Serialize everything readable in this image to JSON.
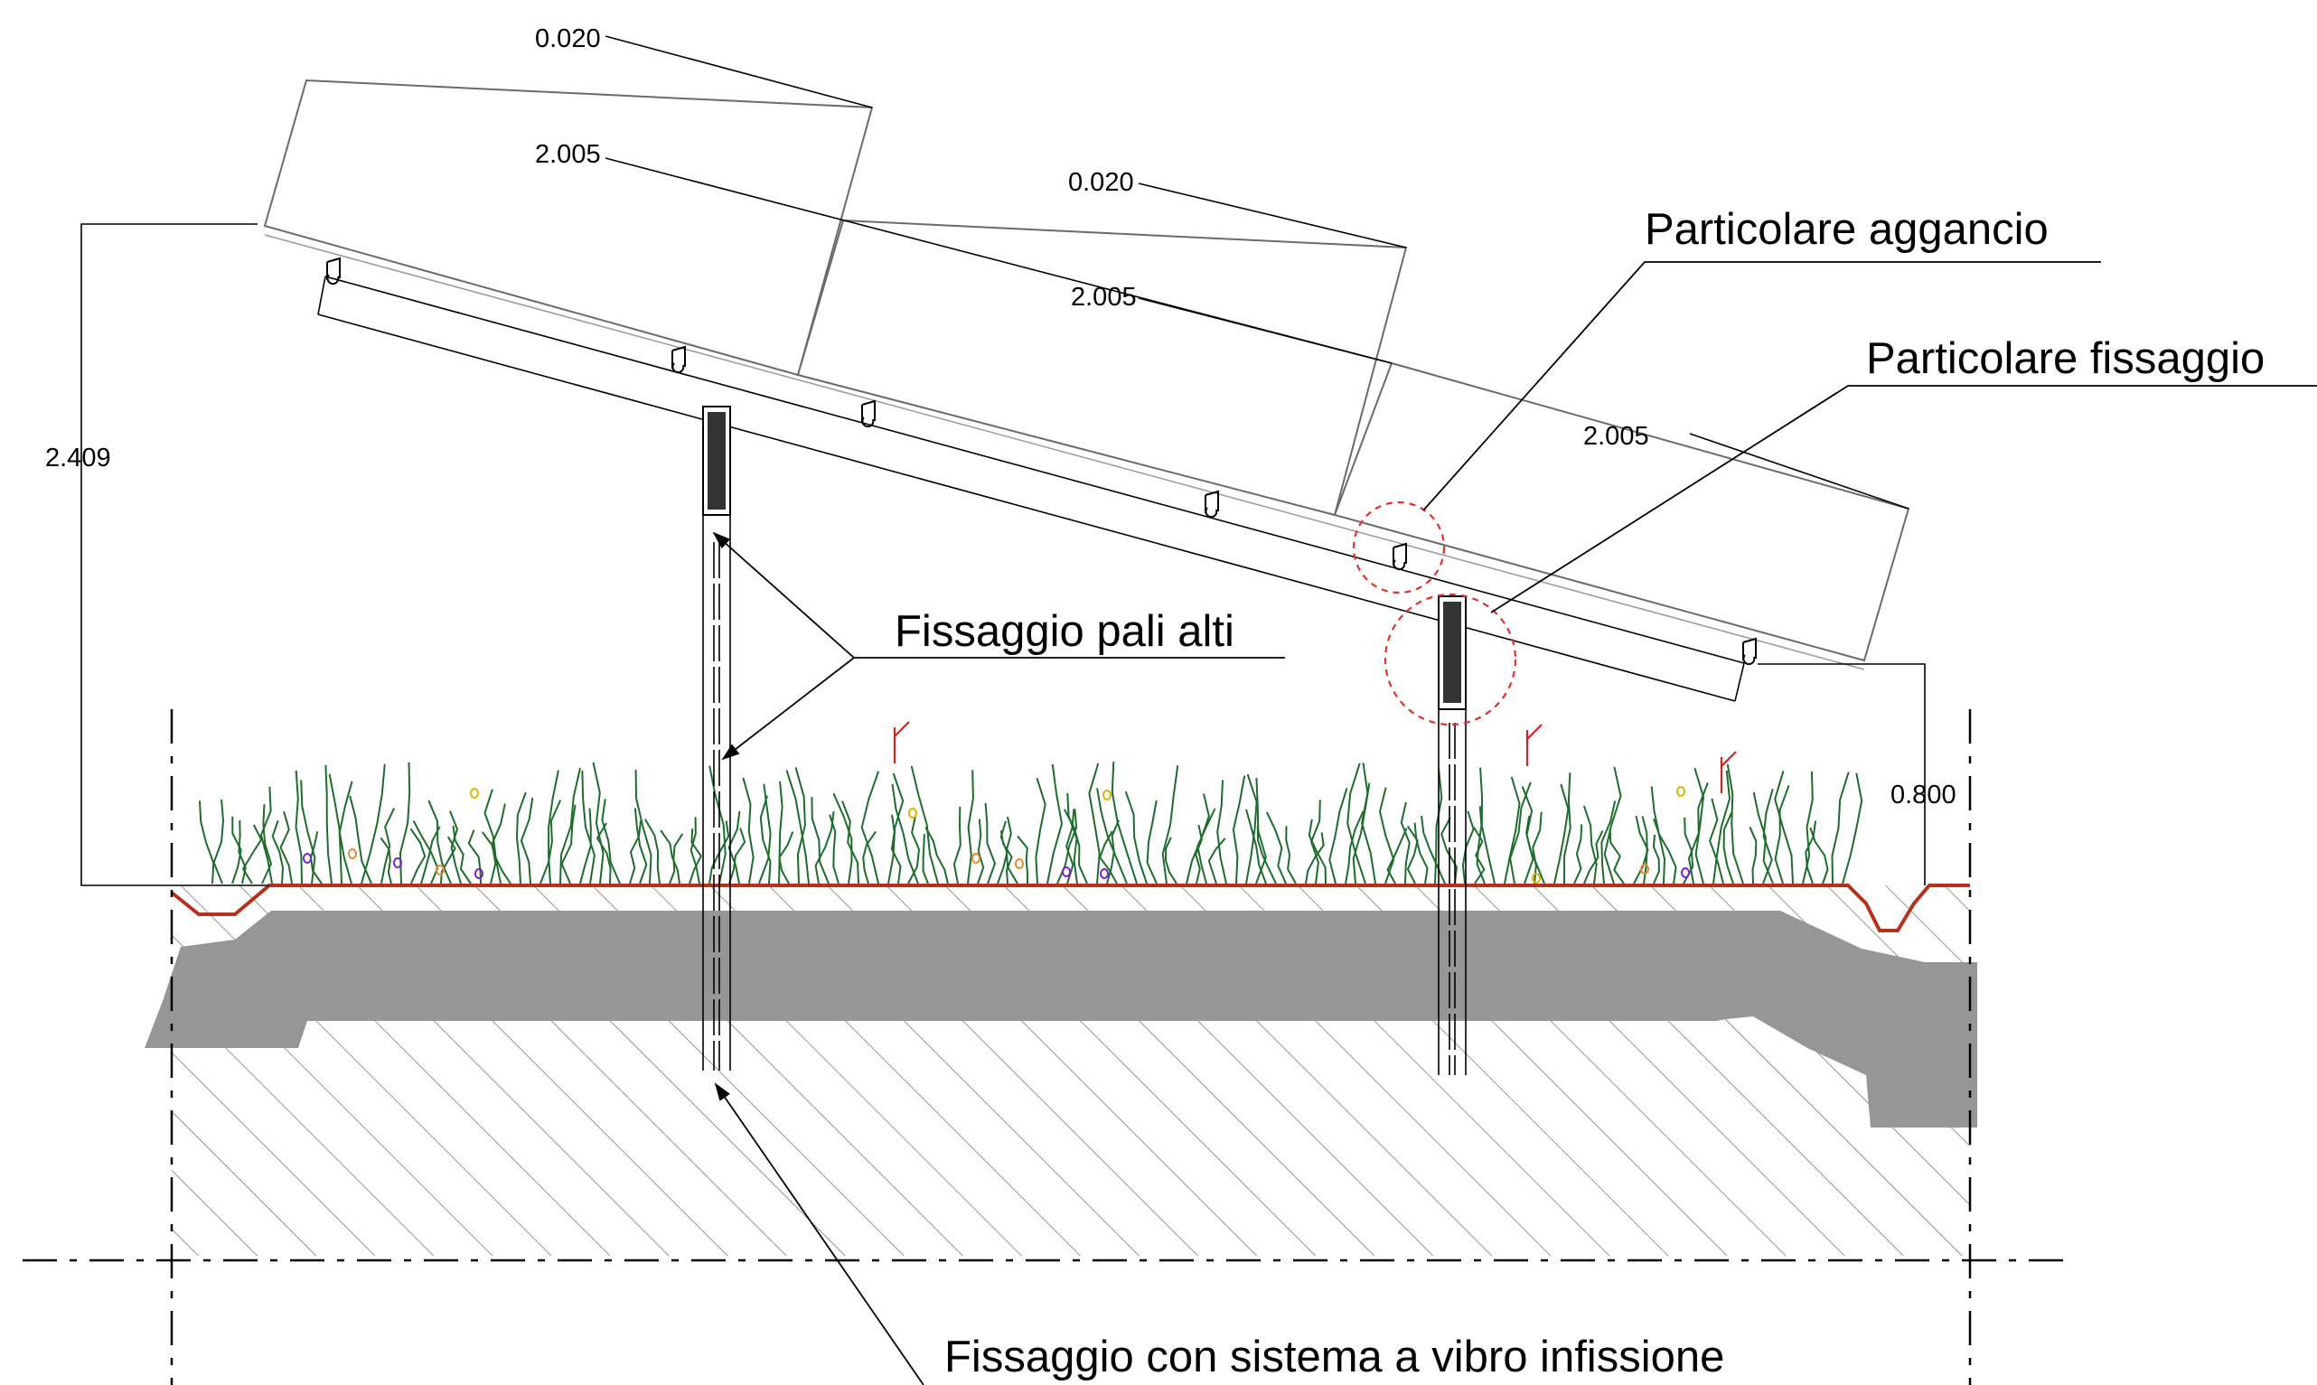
{
  "dimensions": {
    "top_gap_1": "0.020",
    "panel_1": "2.005",
    "top_gap_2": "0.020",
    "panel_2": "2.005",
    "panel_3": "2.005",
    "height_total": "2.409",
    "height_min": "0.800"
  },
  "callouts": {
    "detail_hook": "Particolare aggancio",
    "detail_fixing": "Particolare fissaggio",
    "high_posts": "Fissaggio pali alti",
    "vibro_driving": "Fissaggio con sistema a vibro infissione"
  },
  "colors": {
    "ground_line": "#b5311b",
    "grass": "#1f6b2e",
    "foundation": "#969696",
    "detail_circle": "#e03030"
  }
}
